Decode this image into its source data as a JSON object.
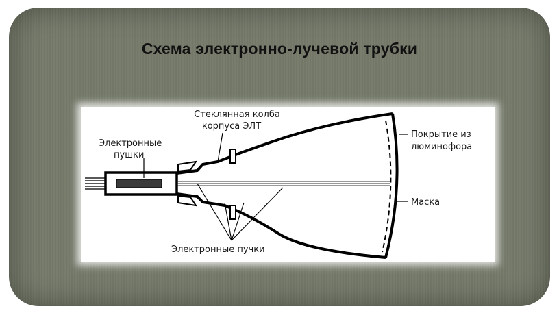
{
  "title": "Схема электронно-лучевой трубки",
  "diagram": {
    "labels": {
      "bulb_line1": "Стеклянная колба",
      "bulb_line2": "корпуса ЭЛТ",
      "guns_line1": "Электронные",
      "guns_line2": "пушки",
      "phosphor_line1": "Покрытие из",
      "phosphor_line2": "люминофора",
      "mask": "Маска",
      "beams": "Электронные пучки"
    },
    "colors": {
      "background": "#757a6a",
      "ink": "#111111"
    }
  }
}
